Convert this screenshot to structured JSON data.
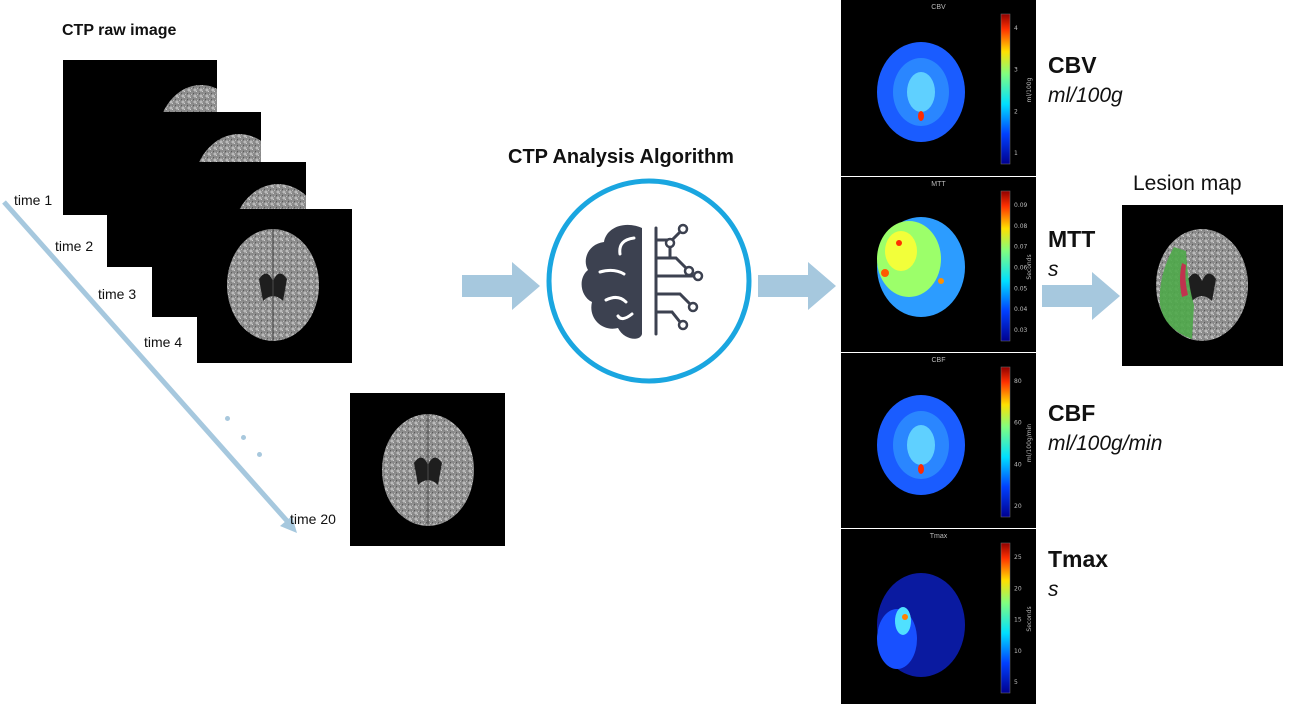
{
  "raw": {
    "heading": "CTP raw image",
    "time_labels": [
      "time 1",
      "time 2",
      "time 3",
      "time 4",
      "time 20"
    ]
  },
  "algorithm": {
    "title": "CTP Analysis Algorithm",
    "icon": "brain-circuit-icon",
    "ring_color": "#1aa6e0",
    "icon_color": "#3c4150"
  },
  "maps": [
    {
      "panel_title": "CBV",
      "name": "CBV",
      "unit": "ml/100g",
      "bar_label": "ml/100g",
      "ticks": [
        "4",
        "3",
        "2",
        "1"
      ]
    },
    {
      "panel_title": "MTT",
      "name": "MTT",
      "unit": "s",
      "bar_label": "Seconds",
      "ticks": [
        "0.09",
        "0.08",
        "0.07",
        "0.06",
        "0.05",
        "0.04",
        "0.03"
      ]
    },
    {
      "panel_title": "CBF",
      "name": "CBF",
      "unit": "ml/100g/min",
      "bar_label": "ml/100g/min",
      "ticks": [
        "80",
        "60",
        "40",
        "20"
      ]
    },
    {
      "panel_title": "Tmax",
      "name": "Tmax",
      "unit": "s",
      "bar_label": "Seconds",
      "ticks": [
        "25",
        "20",
        "15",
        "10",
        "5"
      ]
    }
  ],
  "lesion": {
    "title": "Lesion map",
    "penumbra_color": "#4fa84a",
    "core_color": "#c0334f"
  },
  "arrow_color": "#a6c8de"
}
